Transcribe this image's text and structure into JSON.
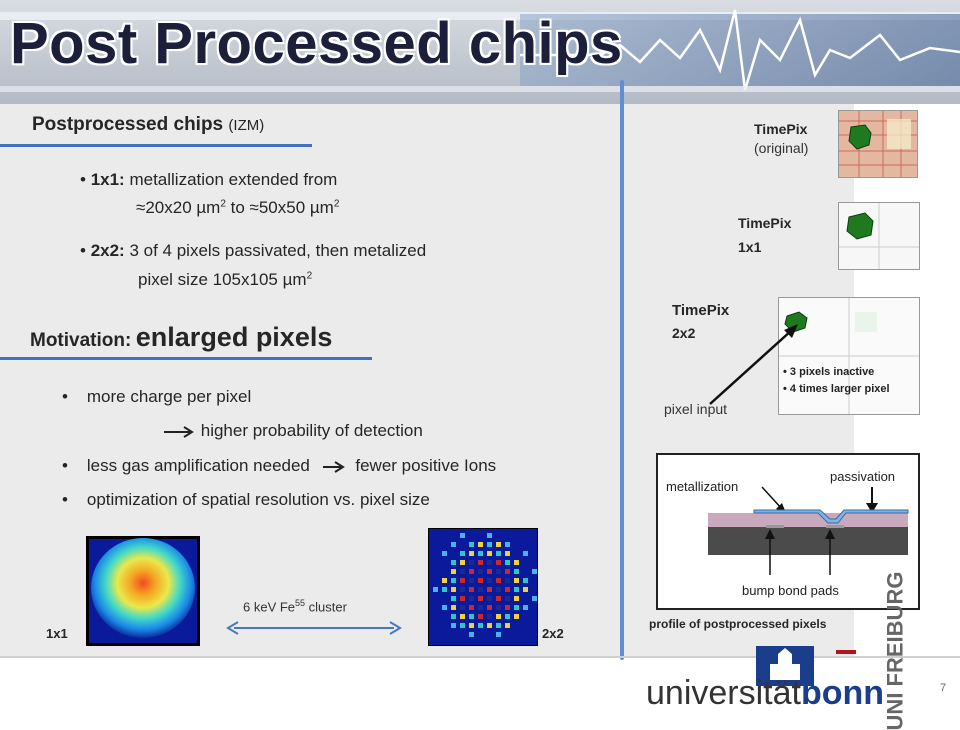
{
  "title": "Post Processed chips",
  "section1": {
    "heading": "Postprocessed chips",
    "heading_sub": "(IZM)",
    "item1_label": "1x1:",
    "item1_text": "metallization extended from",
    "item1_line2_a": "≈20x20 µm",
    "item1_line2_sup_a": "2",
    "item1_line2_b": " to ≈50x50 µm",
    "item1_line2_sup_b": "2",
    "item2_label": "2x2:",
    "item2_text": "3 of 4 pixels passivated, then metalized",
    "item2_line2": "pixel size 105x105 µm",
    "item2_line2_sup": "2"
  },
  "section2": {
    "heading_prefix": "Motivation:",
    "heading_main": "enlarged pixels",
    "bullets": [
      "more charge per pixel",
      "less gas amplification needed",
      "optimization of spatial resolution vs. pixel size"
    ],
    "arrow_line": "higher probability of detection",
    "bullet2_result": "fewer positive Ions"
  },
  "clusters": {
    "left_label": "1x1",
    "right_label": "2x2",
    "caption": "6 keV Fe",
    "caption_sup": "55",
    "caption_tail": " cluster"
  },
  "right": {
    "tp_original_label": "TimePix",
    "tp_original_sub": "(original)",
    "tp_1x1_label": "TimePix",
    "tp_1x1_sub": "1x1",
    "tp_2x2_label": "TimePix",
    "tp_2x2_sub": "2x2",
    "notes": [
      "3 pixels inactive",
      "4 times larger pixel"
    ],
    "pixel_input": "pixel input",
    "profile": {
      "metallization": "metallization",
      "passivation": "passivation",
      "bump": "bump bond pads"
    },
    "profile_caption": "profile of postprocessed pixels"
  },
  "logos": {
    "bonn_a": "universität",
    "bonn_b": "bonn",
    "freiburg_1": "UNI",
    "freiburg_2": "FREIBURG"
  },
  "page_number": "7",
  "colors": {
    "accent": "#3f72c4",
    "title": "#1b1f3a",
    "bonn_blue": "#1a3e8c",
    "freiburg_red": "#b0141c"
  }
}
